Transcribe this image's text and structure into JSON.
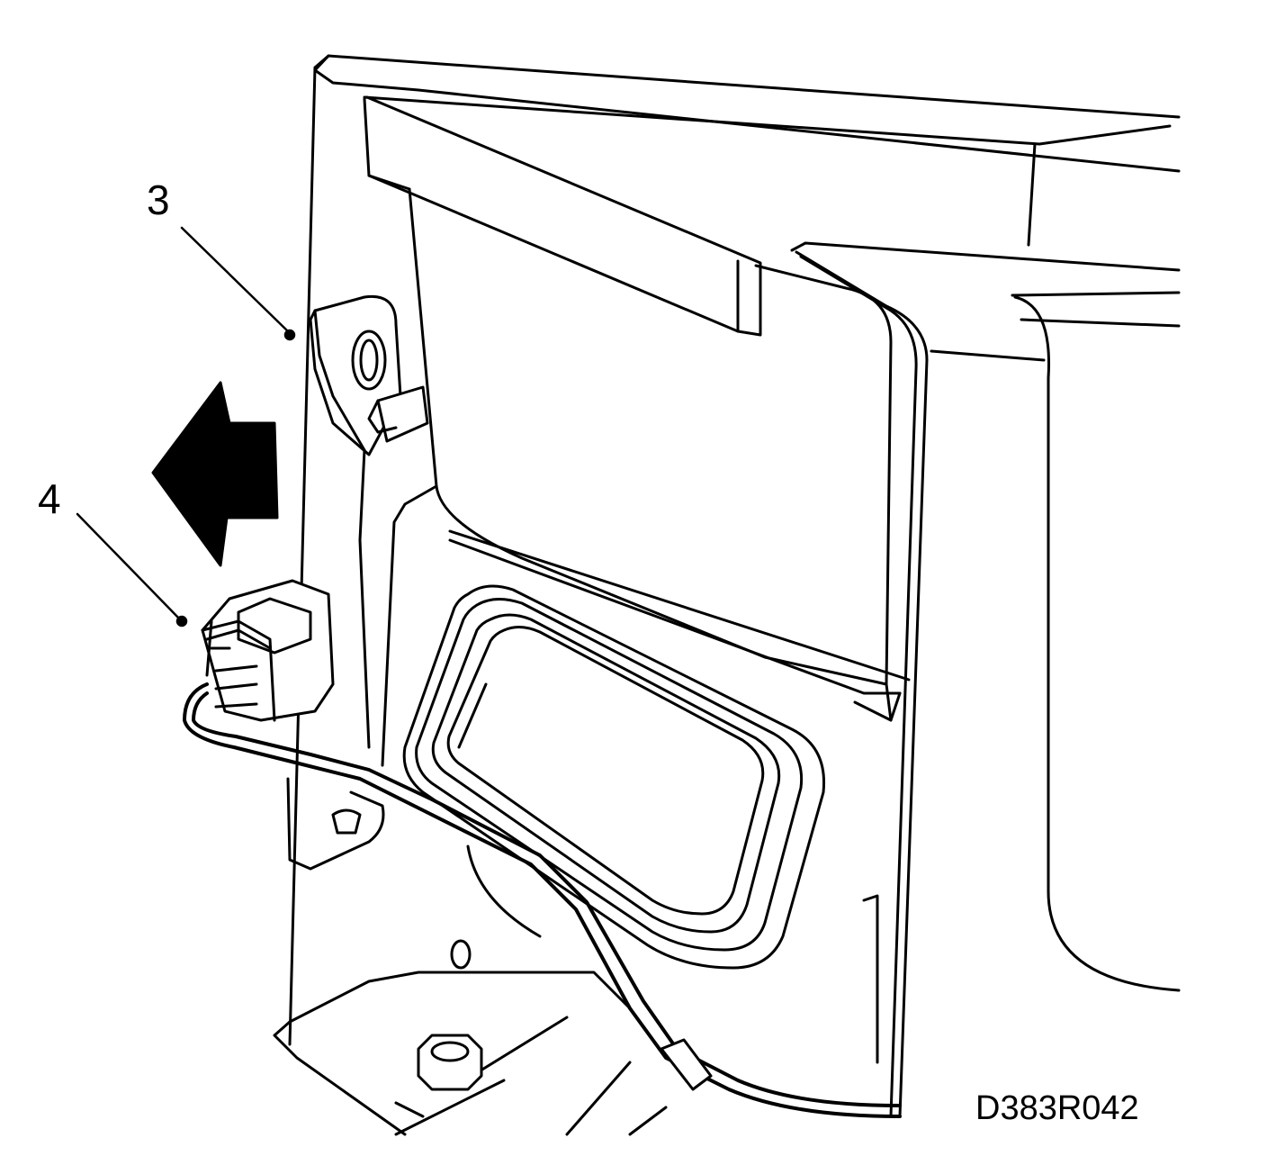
{
  "callouts": {
    "item_3": "3",
    "item_4": "4"
  },
  "figure_code": "D383R042",
  "colors": {
    "line": "#000000",
    "fill": "#ffffff",
    "shade": "#e6e6e6"
  },
  "icons": {
    "arrow": "arrow-left-icon",
    "connector": "connector-icon",
    "bracket": "bracket-icon",
    "nut": "nut-icon"
  }
}
